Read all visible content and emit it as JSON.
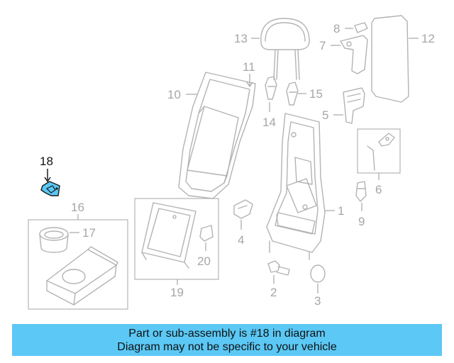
{
  "diagram": {
    "callouts": {
      "c1": "1",
      "c2": "2",
      "c3": "3",
      "c4": "4",
      "c5": "5",
      "c6": "6",
      "c7": "7",
      "c8": "8",
      "c9": "9",
      "c10": "10",
      "c11": "11",
      "c12": "12",
      "c13": "13",
      "c14": "14",
      "c15": "15",
      "c16": "16",
      "c17": "17",
      "c18": "18",
      "c19": "19",
      "c20": "20"
    },
    "highlighted_part": "18",
    "highlight_color": "#5bc8f5"
  },
  "banner": {
    "line1": "Part or sub-assembly is #18 in diagram",
    "line2": "Diagram may not be specific to your vehicle",
    "background": "#5bc8f5"
  }
}
